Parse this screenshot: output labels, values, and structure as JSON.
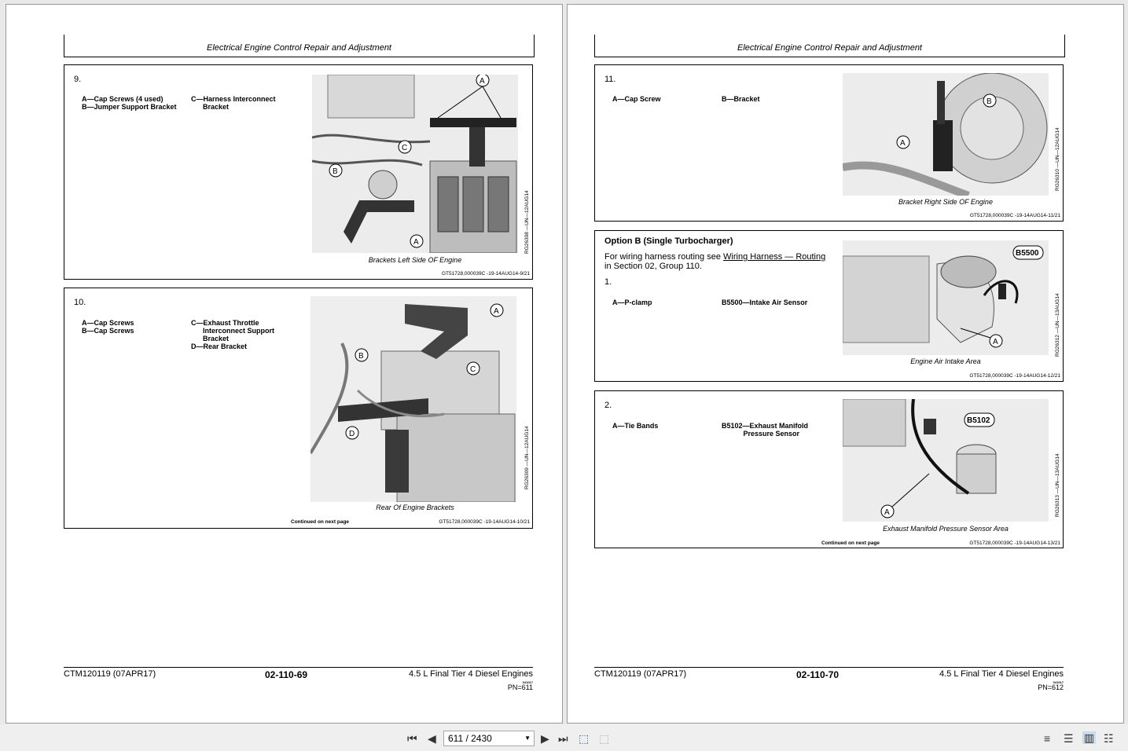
{
  "header_title": "Electrical Engine Control Repair and Adjustment",
  "left_page": {
    "steps": [
      {
        "number": "9.",
        "legend_col1": "A—Cap Screws (4 used)\nB—Jumper Support Bracket",
        "legend_col2": "C—Harness Interconnect\n      Bracket",
        "figure_id": "RG26308 —UN—12AUG14",
        "caption": "Brackets Left Side OF Engine",
        "code": "GT51728,000039C -19-14AUG14-9/21",
        "continued": ""
      },
      {
        "number": "10.",
        "legend_col1": "A—Cap Screws\nB—Cap Screws",
        "legend_col2": "C—Exhaust Throttle\n      Interconnect Support\n      Bracket\nD—Rear Bracket",
        "figure_id": "RG26309 —UN—12AUG14",
        "caption": "Rear Of Engine Brackets",
        "code": "GT51728,000039C -19-14AUG14-10/21",
        "continued": "Continued on next page"
      }
    ],
    "footer_left": "CTM120119 (07APR17)",
    "footer_center": "02-110-69",
    "footer_right": "4.5 L Final Tier 4 Diesel Engines",
    "footer_small": "041017",
    "footer_pn": "PN=611"
  },
  "right_page": {
    "step11": {
      "number": "11.",
      "legend_col1": "A—Cap Screw",
      "legend_col2": "B—Bracket",
      "figure_id": "RG26310 —UN—12AUG14",
      "caption": "Bracket Right Side OF Engine",
      "code": "GT51728,000039C -19-14AUG14-11/21"
    },
    "optionB": {
      "title": "Option B (Single Turbocharger)",
      "intro_before": "For wiring harness routing see ",
      "intro_link": "Wiring Harness — Routing",
      "intro_after": "in Section 02, Group 110.",
      "number": "1.",
      "legend_col1": "A—P-clamp",
      "legend_col2": "B5500—Intake Air Sensor",
      "callout": "B5500",
      "figure_id": "RG26312 —UN—13AUG14",
      "caption": "Engine Air Intake Area",
      "code": "GT51728,000039C -19-14AUG14-12/21"
    },
    "step2": {
      "number": "2.",
      "legend_col1": "A—Tie Bands",
      "legend_col2": "B5102—Exhaust Manifold\n           Pressure Sensor",
      "callout": "B5102",
      "figure_id": "RG26313 —UN—13AUG14",
      "caption": "Exhaust Manifold Pressure Sensor Area",
      "code": "GT51728,000039C -19-14AUG14-13/21",
      "continued": "Continued on next page"
    },
    "footer_left": "CTM120119 (07APR17)",
    "footer_center": "02-110-70",
    "footer_right": "4.5 L Final Tier 4 Diesel Engines",
    "footer_small": "041017",
    "footer_pn": "PN=612"
  },
  "toolbar": {
    "page_value": "611 / 2430",
    "icons": [
      "first-page-icon",
      "previous-page-icon",
      "next-page-icon",
      "last-page-icon",
      "previous-view-icon",
      "next-view-icon",
      "single-page-icon",
      "continuous-icon",
      "facing-icon",
      "continuous-facing-icon"
    ]
  }
}
